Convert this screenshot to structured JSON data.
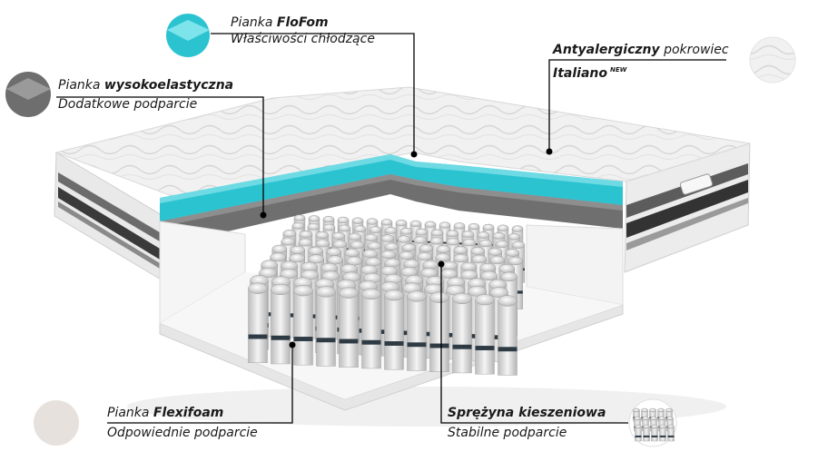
{
  "callouts": {
    "flofom": {
      "prefix": "Pianka ",
      "name": "FloFom",
      "desc": "Właściwości chłodzące",
      "color": "#2bbfcc"
    },
    "highelastic": {
      "prefix": "Pianka ",
      "name": "wysokoelastyczna",
      "desc": "Dodatkowe podparcie",
      "color": "#6e6e6e"
    },
    "cover": {
      "name": "Antyalergiczny",
      "suffix": " pokrowiec",
      "line2": "Italiano",
      "badge": "NEW"
    },
    "flexifoam": {
      "prefix": "Pianka ",
      "name": "Flexifoam",
      "desc": "Odpowiednie podparcie",
      "color": "#e8e3df"
    },
    "springs": {
      "name": "Sprężyna kieszeniowa",
      "desc": "Stabilne podparcie"
    }
  }
}
